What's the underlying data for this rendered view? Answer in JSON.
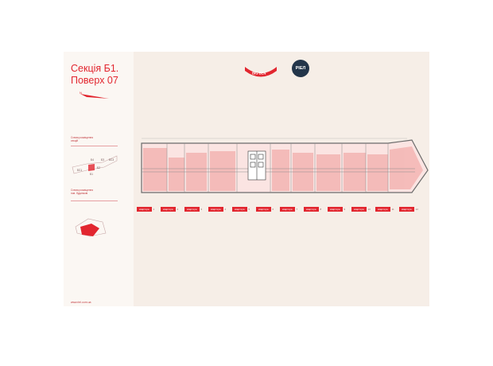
{
  "title": {
    "line1": "Секція Б1.",
    "line2": "Поверх 07"
  },
  "compass_label": "N",
  "schema_sections": {
    "label_line1": "Схема розміщення",
    "label_line2": "секцій",
    "blocks": [
      "Б4",
      "Б3",
      "БС1",
      "Б2",
      "Б1",
      "БС3"
    ]
  },
  "schema_buildings": {
    "label_line1": "Схема розміщення",
    "label_line2": "пов. будинкові"
  },
  "website": "www.riel.com.ua",
  "logos": {
    "bigben": "BIG BEN",
    "pien": "PIEЛ"
  },
  "colors": {
    "accent": "#e2262f",
    "plan_fill": "#f4b9b7",
    "background": "#f6eee7",
    "logo_dark": "#23354a"
  },
  "apartment_tags": [
    {
      "label": "квартира",
      "value": "1"
    },
    {
      "label": "квартира",
      "value": "2"
    },
    {
      "label": "квартира",
      "value": "3"
    },
    {
      "label": "квартира",
      "value": "4"
    },
    {
      "label": "квартира",
      "value": "5"
    },
    {
      "label": "квартира",
      "value": "6"
    },
    {
      "label": "квартира",
      "value": "7"
    },
    {
      "label": "квартира",
      "value": "8"
    },
    {
      "label": "квартира",
      "value": "9"
    },
    {
      "label": "квартира",
      "value": "10"
    },
    {
      "label": "квартира",
      "value": "11"
    },
    {
      "label": "квартира",
      "value": "12"
    }
  ]
}
